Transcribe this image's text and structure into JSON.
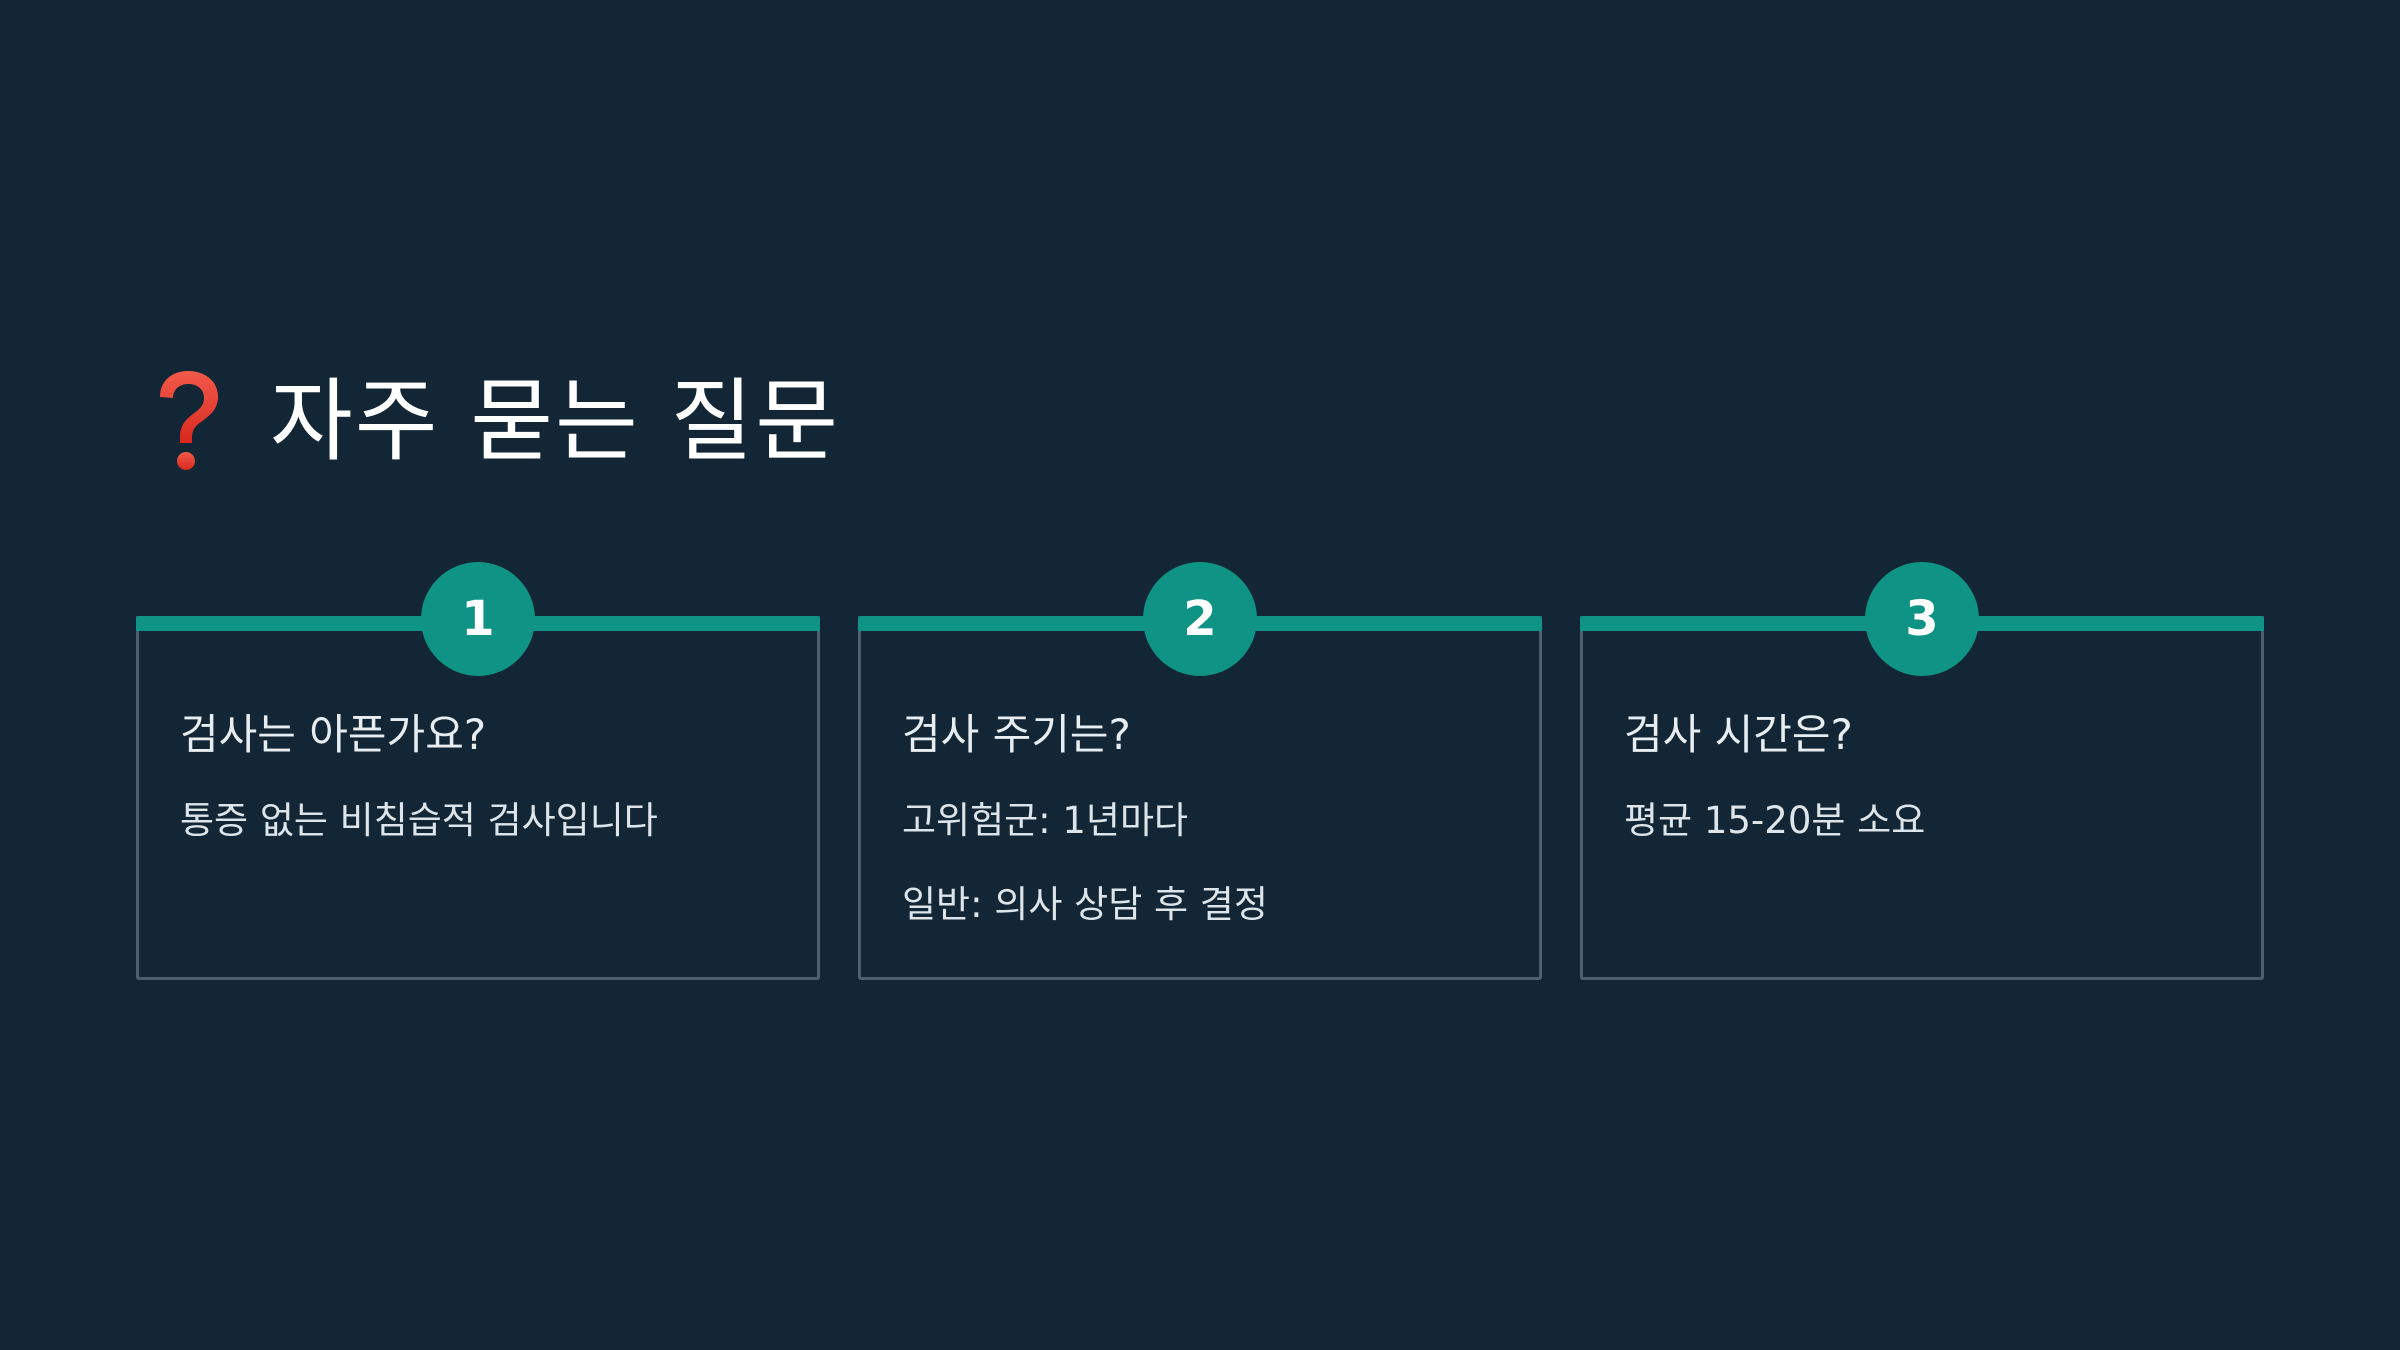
{
  "header": {
    "icon": "red-question-mark-icon",
    "title": "자주 묻는 질문"
  },
  "colors": {
    "background": "#122635",
    "accent": "#0e9384",
    "card_border": "#4d5f6d",
    "icon": "#e0342c"
  },
  "cards": [
    {
      "number": "1",
      "question": "검사는 아픈가요?",
      "answers": [
        "통증 없는 비침습적 검사입니다"
      ]
    },
    {
      "number": "2",
      "question": "검사 주기는?",
      "answers": [
        "고위험군: 1년마다",
        "일반: 의사 상담 후 결정"
      ]
    },
    {
      "number": "3",
      "question": "검사 시간은?",
      "answers": [
        "평균 15-20분 소요"
      ]
    }
  ]
}
